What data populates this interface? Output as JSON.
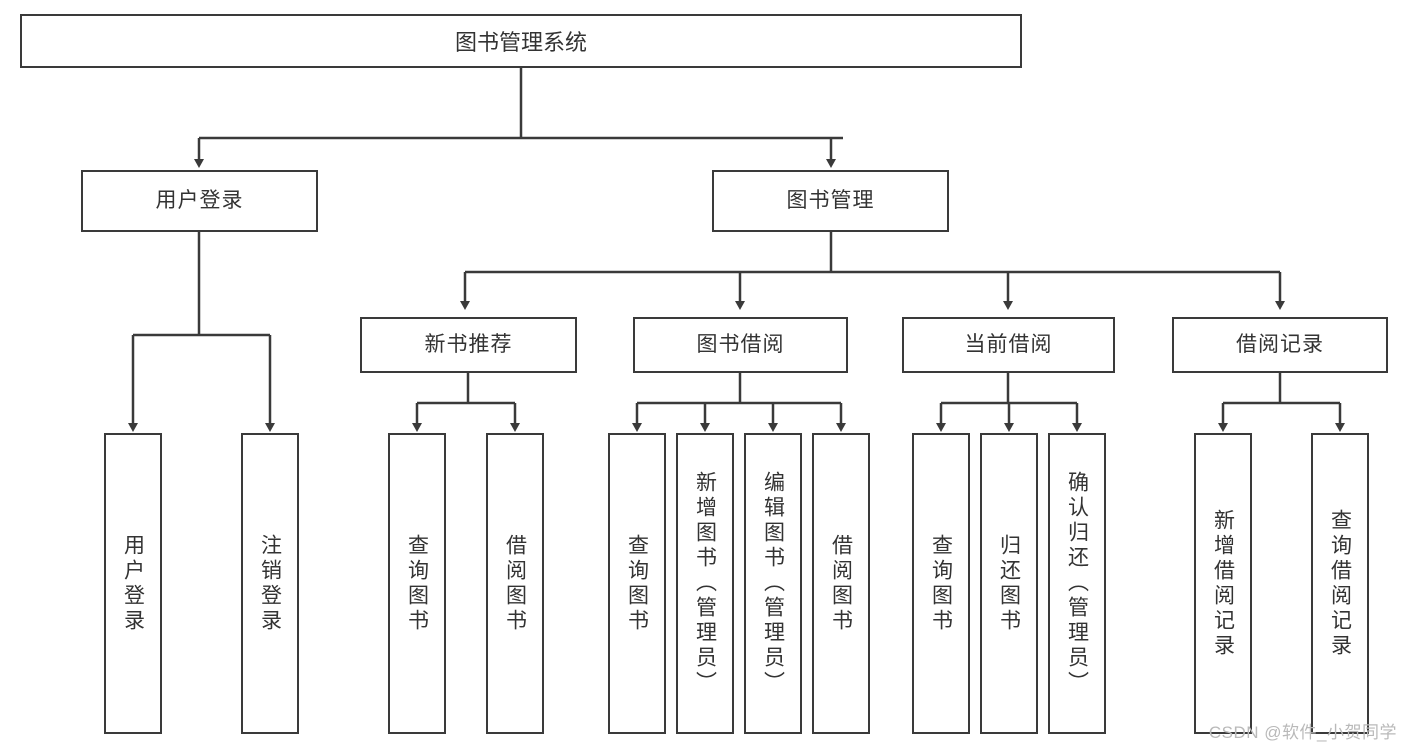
{
  "diagram": {
    "type": "tree",
    "title": "图书管理系统",
    "root": {
      "label": "图书管理系统"
    },
    "level2": [
      {
        "label": "用户登录"
      },
      {
        "label": "图书管理"
      }
    ],
    "level3": [
      {
        "label": "新书推荐"
      },
      {
        "label": "图书借阅"
      },
      {
        "label": "当前借阅"
      },
      {
        "label": "借阅记录"
      }
    ],
    "leaves": {
      "user_login": [
        {
          "label": "用户登录"
        },
        {
          "label": "注销登录"
        }
      ],
      "new_book_recommend": [
        {
          "label": "查询图书"
        },
        {
          "label": "借阅图书"
        }
      ],
      "book_borrow": [
        {
          "label": "查询图书"
        },
        {
          "label": "新增图书（管理员）"
        },
        {
          "label": "编辑图书（管理员）"
        },
        {
          "label": "借阅图书"
        }
      ],
      "current_borrow": [
        {
          "label": "查询图书"
        },
        {
          "label": "归还图书"
        },
        {
          "label": "确认归还（管理员）"
        }
      ],
      "borrow_record": [
        {
          "label": "新增借阅记录"
        },
        {
          "label": "查询借阅记录"
        }
      ]
    },
    "colors": {
      "border": "#3a3a3a",
      "text": "#333333",
      "background": "#ffffff",
      "watermark": "#b9b9b9"
    }
  },
  "watermark": {
    "text": "CSDN @软件_小贺同学"
  }
}
